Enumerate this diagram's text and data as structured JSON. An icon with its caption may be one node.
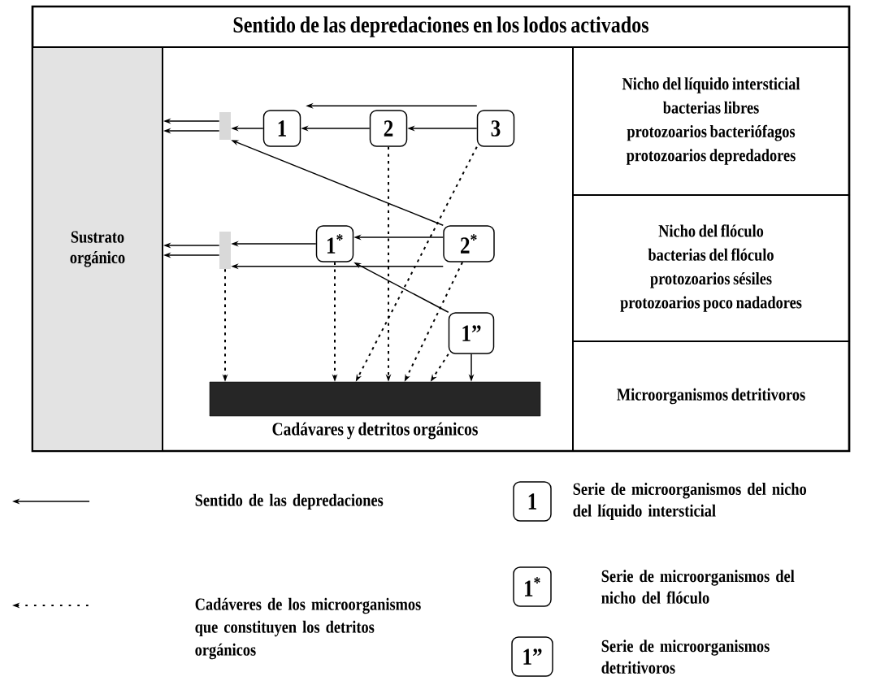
{
  "diagram": {
    "nodes": [
      {
        "text": [
          "Sentido de las depredaciones en los lodos activados"
        ]
      },
      {
        "text": [
          "Sustrato orgánico"
        ]
      },
      {
        "text": [
          "Nicho del líquido intersticial",
          "bacterias libres",
          "protozoarios bacteriófagos",
          "protozoarios depredadores"
        ]
      },
      {
        "text": [
          "Nicho del flóculo",
          "bacterias del flóculo",
          "protozoarios sésiles",
          "protozoarios poco nadadores"
        ]
      },
      {
        "text": [
          "Microorganismos detritivoros"
        ]
      },
      {
        "text": [
          "1"
        ]
      },
      {
        "text": [
          "2"
        ]
      },
      {
        "text": [
          "3"
        ]
      },
      {
        "text": [
          "1$^{*}$"
        ]
      },
      {
        "text": [
          "2$^{*}$"
        ]
      },
      {
        "text": [
          "1”"
        ]
      },
      {
        "text": [
          "Cadávares y detritos orgánicos"
        ]
      },
      {
        "text": [],
        "shape": "box"
      },
      {
        "text": [],
        "shape": "box"
      },
      {
        "text": [
          "1"
        ],
        "beside": [
          "Serie de microorganismos del nicho del líquido intersticial"
        ]
      },
      {
        "text": [
          "1$^{*}$"
        ],
        "beside": [
          "Serie de microorganismos del nicho del flóculo"
        ]
      },
      {
        "text": [
          "1”"
        ],
        "beside": [
          "Serie de microorganismos detritivoros"
        ]
      }
    ],
    "edges": [
      {
        "from": 7,
        "to": 6,
        "arrow": "to"
      },
      {
        "from": 6,
        "to": 5,
        "arrow": "to"
      },
      {
        "from": 7,
        "to": 5,
        "arrow": "to"
      },
      {
        "from": 5,
        "to": 12,
        "arrow": "to"
      },
      {
        "from": 12,
        "to": 1,
        "arrow": "to"
      },
      {
        "from": 12,
        "to": 1,
        "arrow": "to"
      },
      {
        "from": 9,
        "to": 12,
        "arrow": "to"
      },
      {
        "from": 9,
        "to": 8,
        "arrow": "to"
      },
      {
        "from": 8,
        "to": 13,
        "arrow": "to"
      },
      {
        "from": 9,
        "to": 13,
        "arrow": "to"
      },
      {
        "from": 13,
        "to": 1,
        "arrow": "to"
      },
      {
        "from": 13,
        "to": 1,
        "arrow": "to"
      },
      {
        "from": 10,
        "to": 8,
        "arrow": "to"
      },
      {
        "from": 10,
        "to": 11,
        "arrow": "to"
      },
      {
        "from": 13,
        "to": 11,
        "arrow": "to",
        "style": "dashed"
      },
      {
        "from": 8,
        "to": 11,
        "arrow": "to",
        "style": "dashed"
      },
      {
        "from": 7,
        "to": 11,
        "arrow": "to",
        "style": "dashed"
      },
      {
        "from": 6,
        "to": 11,
        "arrow": "to",
        "style": "dashed"
      },
      {
        "from": 9,
        "to": 11,
        "arrow": "to",
        "style": "dashed"
      },
      {
        "from": 10,
        "to": 11,
        "arrow": "to",
        "style": "dashed"
      }
    ],
    "legend": [
      {
        "text": "Sentido de las depredaciones"
      },
      {
        "text": "Cadáveres de los microorganismos que constituyen los detritos orgánicos"
      }
    ]
  }
}
